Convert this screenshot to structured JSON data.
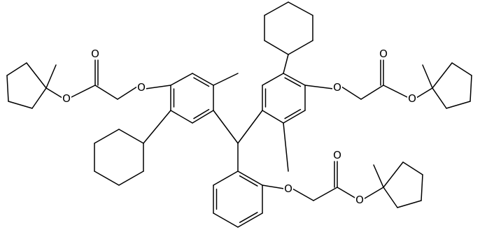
{
  "molecule": {
    "atom_labels": {
      "o_ether_left": "O",
      "o_carbonyl_left": "O",
      "o_ester_left": "O",
      "o_ether_right": "O",
      "o_carbonyl_right": "O",
      "o_ester_right": "O",
      "o_ether_bottom": "O",
      "o_carbonyl_bottom": "O",
      "o_ester_bottom": "O"
    }
  }
}
